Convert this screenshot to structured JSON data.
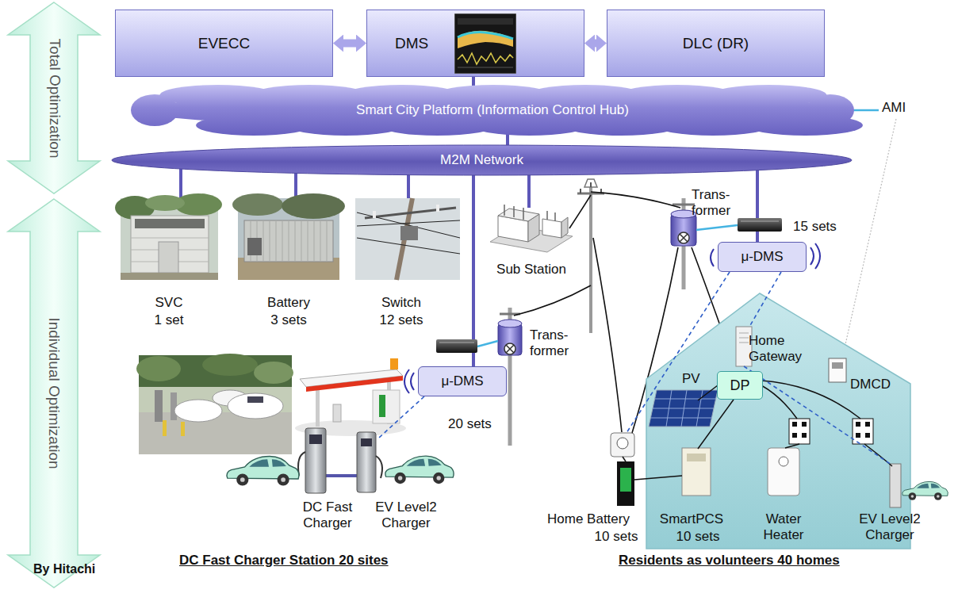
{
  "diagram": {
    "nodes": [
      {
        "text": [
          "Total Optimization"
        ]
      },
      {
        "text": [
          "EVECC"
        ]
      },
      {
        "text": [
          "DMS"
        ]
      },
      {
        "text": [
          "DLC (DR)"
        ]
      },
      {
        "text": [
          "Smart City Platform (Information Control Hub)"
        ]
      },
      {
        "text": [
          "M2M Network"
        ]
      },
      {
        "text": [
          "Individual Optimization"
        ]
      },
      {
        "text": [
          "μ-DMS"
        ]
      },
      {
        "text": [
          "DP"
        ]
      },
      {
        "text": [
          "μ-DMS"
        ]
      }
    ],
    "edges": [
      {
        "from": 1,
        "to": 2,
        "arrow": "both"
      },
      {
        "from": 2,
        "to": 3,
        "arrow": "both"
      },
      {
        "from": 2,
        "to": 4,
        "arrow": "none"
      },
      {
        "from": 4,
        "to": 5,
        "arrow": "none"
      },
      {
        "from": 5,
        "to": 9,
        "arrow": "none"
      },
      {
        "from": 5,
        "to": 7,
        "arrow": "none"
      }
    ],
    "labels": [
      "AMI",
      "Trans- former",
      "15 sets",
      "Sub Station",
      "SVC",
      "1 set",
      "Battery",
      "3 sets",
      "Switch",
      "12 sets",
      "Home Gateway",
      "DMCD",
      "PV",
      "Trans- former",
      "20 sets",
      "DC Fast Charger",
      "EV Level2 Charger",
      "Home Battery",
      "10 sets",
      "SmartPCS",
      "10 sets",
      "Water Heater",
      "EV Level2 Charger",
      "DC Fast Charger Station 20 sites",
      "Residents as volunteers 40 homes",
      "By Hitachi"
    ]
  }
}
